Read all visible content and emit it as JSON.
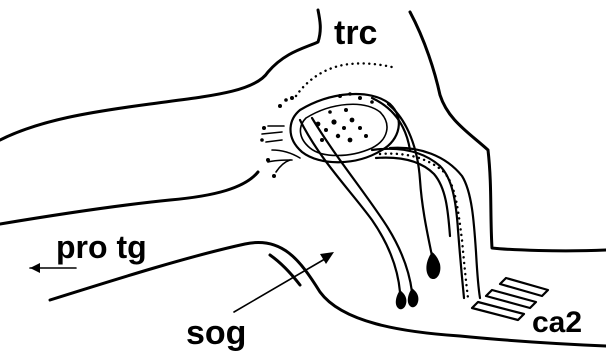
{
  "figure": {
    "labels": {
      "trc": "trc",
      "pro_tg": "pro tg",
      "sog": "sog",
      "ca2": "ca2"
    }
  }
}
